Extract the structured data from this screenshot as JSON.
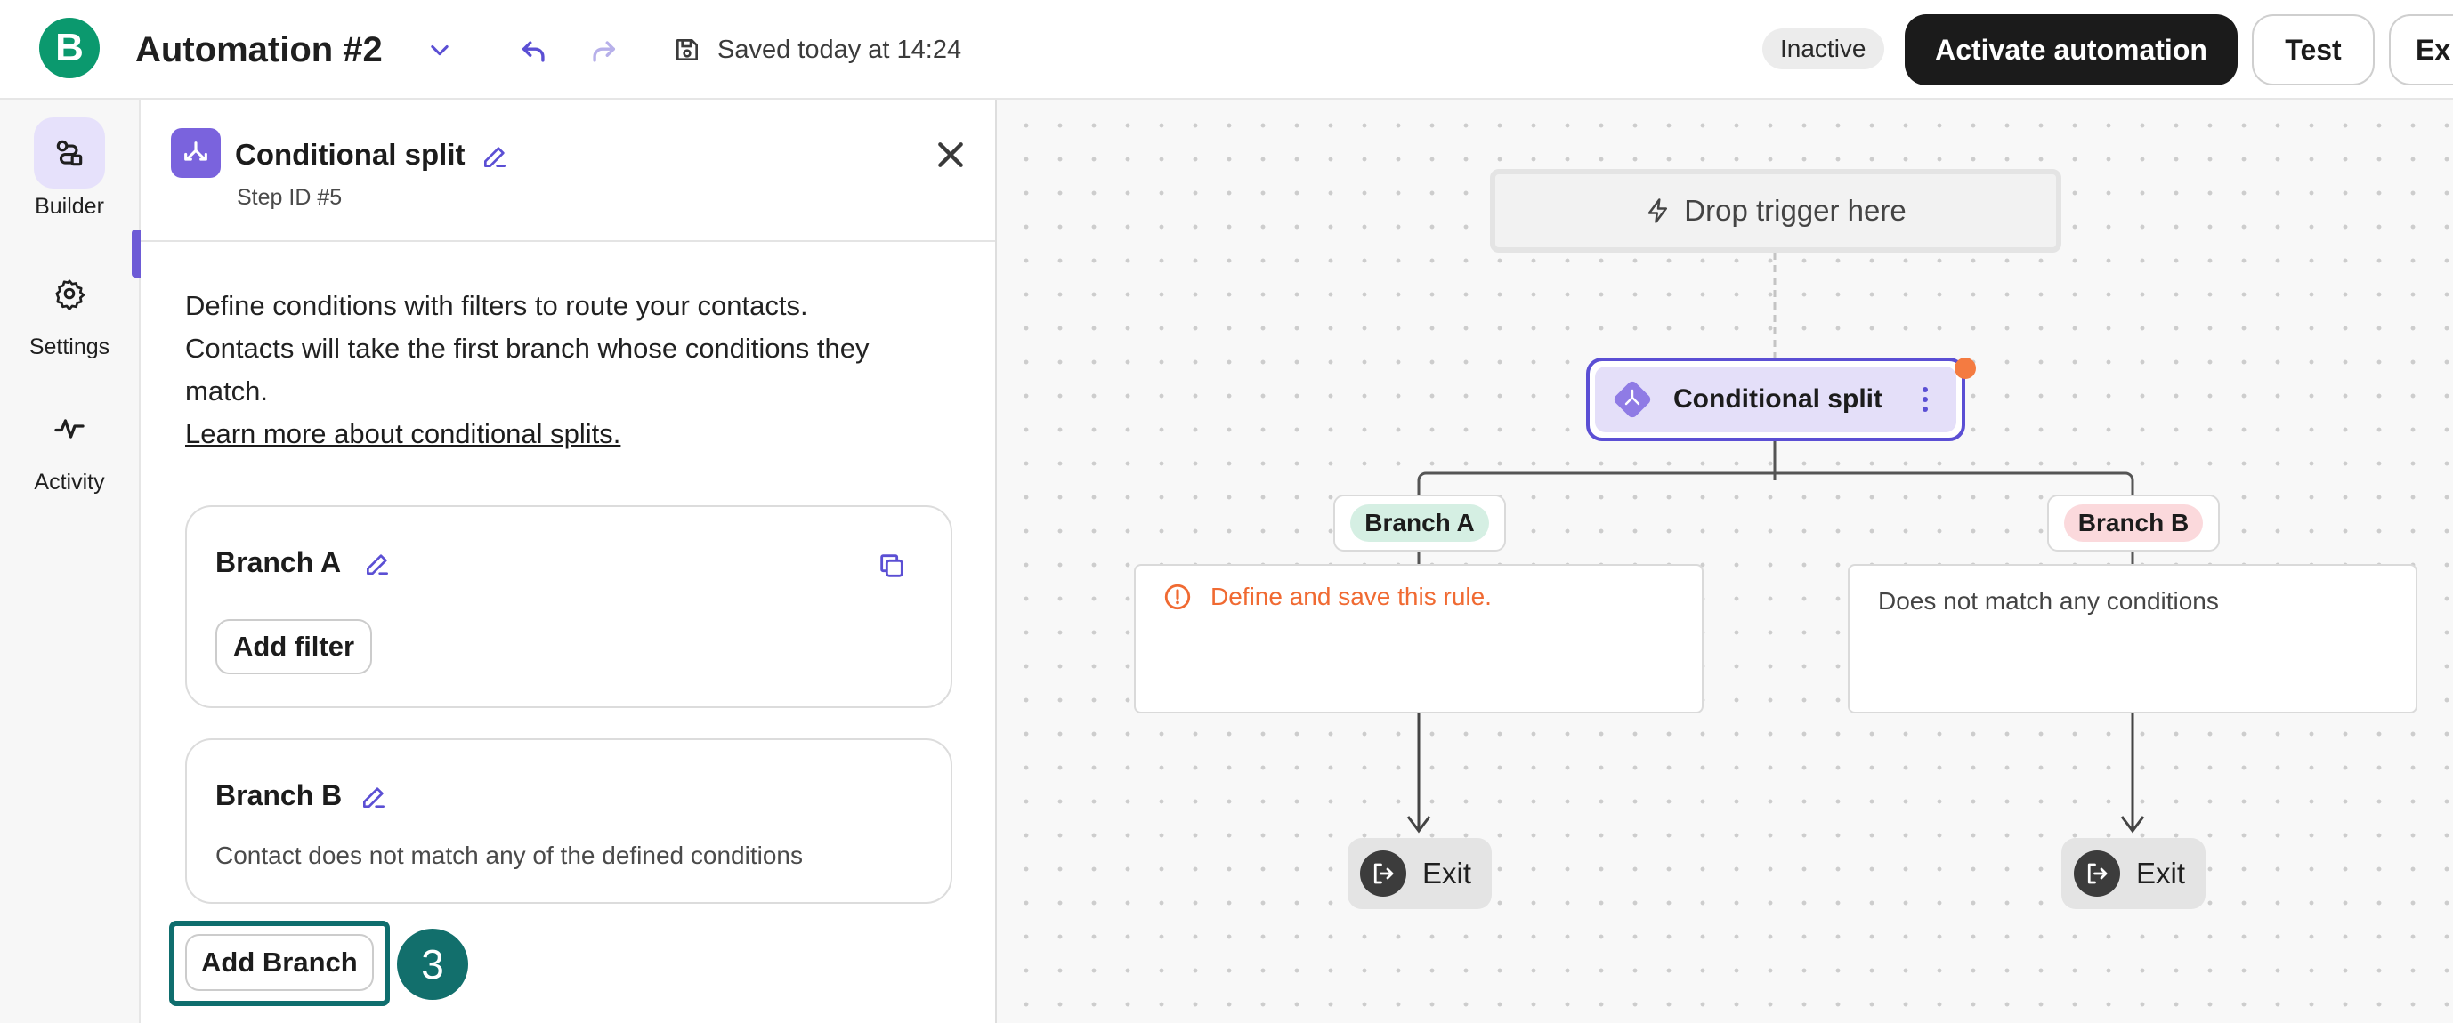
{
  "header": {
    "logo_letter": "B",
    "title": "Automation #2",
    "saved_text": "Saved today at 14:24",
    "status": "Inactive",
    "activate_label": "Activate automation",
    "test_label": "Test",
    "export_label_partial": "Ex"
  },
  "rail": {
    "items": [
      {
        "label": "Builder",
        "icon": "builder-icon"
      },
      {
        "label": "Settings",
        "icon": "gear-icon"
      },
      {
        "label": "Activity",
        "icon": "activity-icon"
      }
    ]
  },
  "panel": {
    "title": "Conditional split",
    "step_id": "Step ID #5",
    "description_line1": "Define conditions with filters to route your contacts.",
    "description_line2": "Contacts will take the first branch whose conditions they",
    "description_line3": "match.",
    "learn_more": "Learn more about conditional splits.",
    "branch_a": {
      "name": "Branch A",
      "add_filter_label": "Add filter"
    },
    "branch_b": {
      "name": "Branch B",
      "description": "Contact does not match any of the defined conditions"
    },
    "add_branch_label": "Add Branch",
    "step_badge": "3"
  },
  "canvas": {
    "trigger_text": "Drop trigger here",
    "split_node_label": "Conditional split",
    "branch_a": {
      "label": "Branch A",
      "rule_text": "Define and save this rule.",
      "exit_label": "Exit"
    },
    "branch_b": {
      "label": "Branch B",
      "rule_text": "Does not match any conditions",
      "exit_label": "Exit"
    }
  },
  "colors": {
    "brand_green": "#0b996e",
    "accent_purple": "#6d5bd6",
    "warning_orange": "#f06a32",
    "branch_a_tag": "#d5efe3",
    "branch_b_tag": "#fbd9dc",
    "highlight_teal": "#0f6e6e"
  }
}
